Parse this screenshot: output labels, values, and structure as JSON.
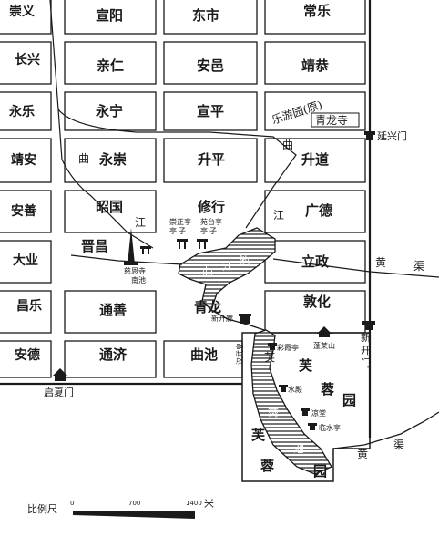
{
  "wards": {
    "r0": [
      "崇义",
      "宣阳",
      "东市",
      "常乐"
    ],
    "r1": [
      "长兴",
      "亲仁",
      "安邑",
      "靖恭"
    ],
    "r2": [
      "永乐",
      "永宁",
      "宣平"
    ],
    "r3": [
      "靖安",
      "永崇",
      "升平",
      "升道"
    ],
    "r4": [
      "安善",
      "昭国",
      "修行",
      "广德"
    ],
    "r5": [
      "大业",
      "晋昌",
      "立政"
    ],
    "r6": [
      "昌乐",
      "通善",
      "青龙",
      "敦化"
    ],
    "r7": [
      "安德",
      "通济",
      "曲池"
    ]
  },
  "water": {
    "qujiang_chi": [
      "曲",
      "江",
      "池"
    ],
    "qujiang_jiang": "江",
    "furong_yuan": [
      "芙",
      "蓉",
      "园"
    ],
    "furong_chi": [
      "芙",
      "蓉",
      "池"
    ],
    "furong_lower": [
      "芙",
      "蓉"
    ],
    "qu_canal": [
      "曲",
      "江"
    ],
    "qu_west": [
      "曲",
      "江"
    ],
    "huangqu_1": [
      "黄",
      "渠"
    ],
    "huangqu_2": [
      "黄",
      "渠"
    ]
  },
  "places": {
    "leyouyuan": "乐游园(原)",
    "qinglongsi": "青龙寺",
    "ziensi": "慈恩寺",
    "nanchi": "南池",
    "dayanta": "大雁塔",
    "tinglan": [
      "亭",
      "子"
    ],
    "tinglan2": [
      "亭",
      "子"
    ],
    "xiaoying": "崇正亭",
    "yuanying": "苑台亭",
    "xinkaimen_left": "新开廊",
    "hanwuquan": "汉武泉",
    "caixiating": "彩霞亭",
    "penglaishan": "蓬莱山",
    "shuidian": "水殿",
    "liangtang": "凉堂",
    "linshuiting": "临水亭"
  },
  "gates": {
    "yanxingmen": "延兴门",
    "xinkaimen": [
      "新",
      "开",
      "门"
    ],
    "qixiamen": "启夏门"
  },
  "scale": {
    "label": "比例尺",
    "ticks": [
      "0",
      "700",
      "1400"
    ],
    "unit": "米"
  }
}
